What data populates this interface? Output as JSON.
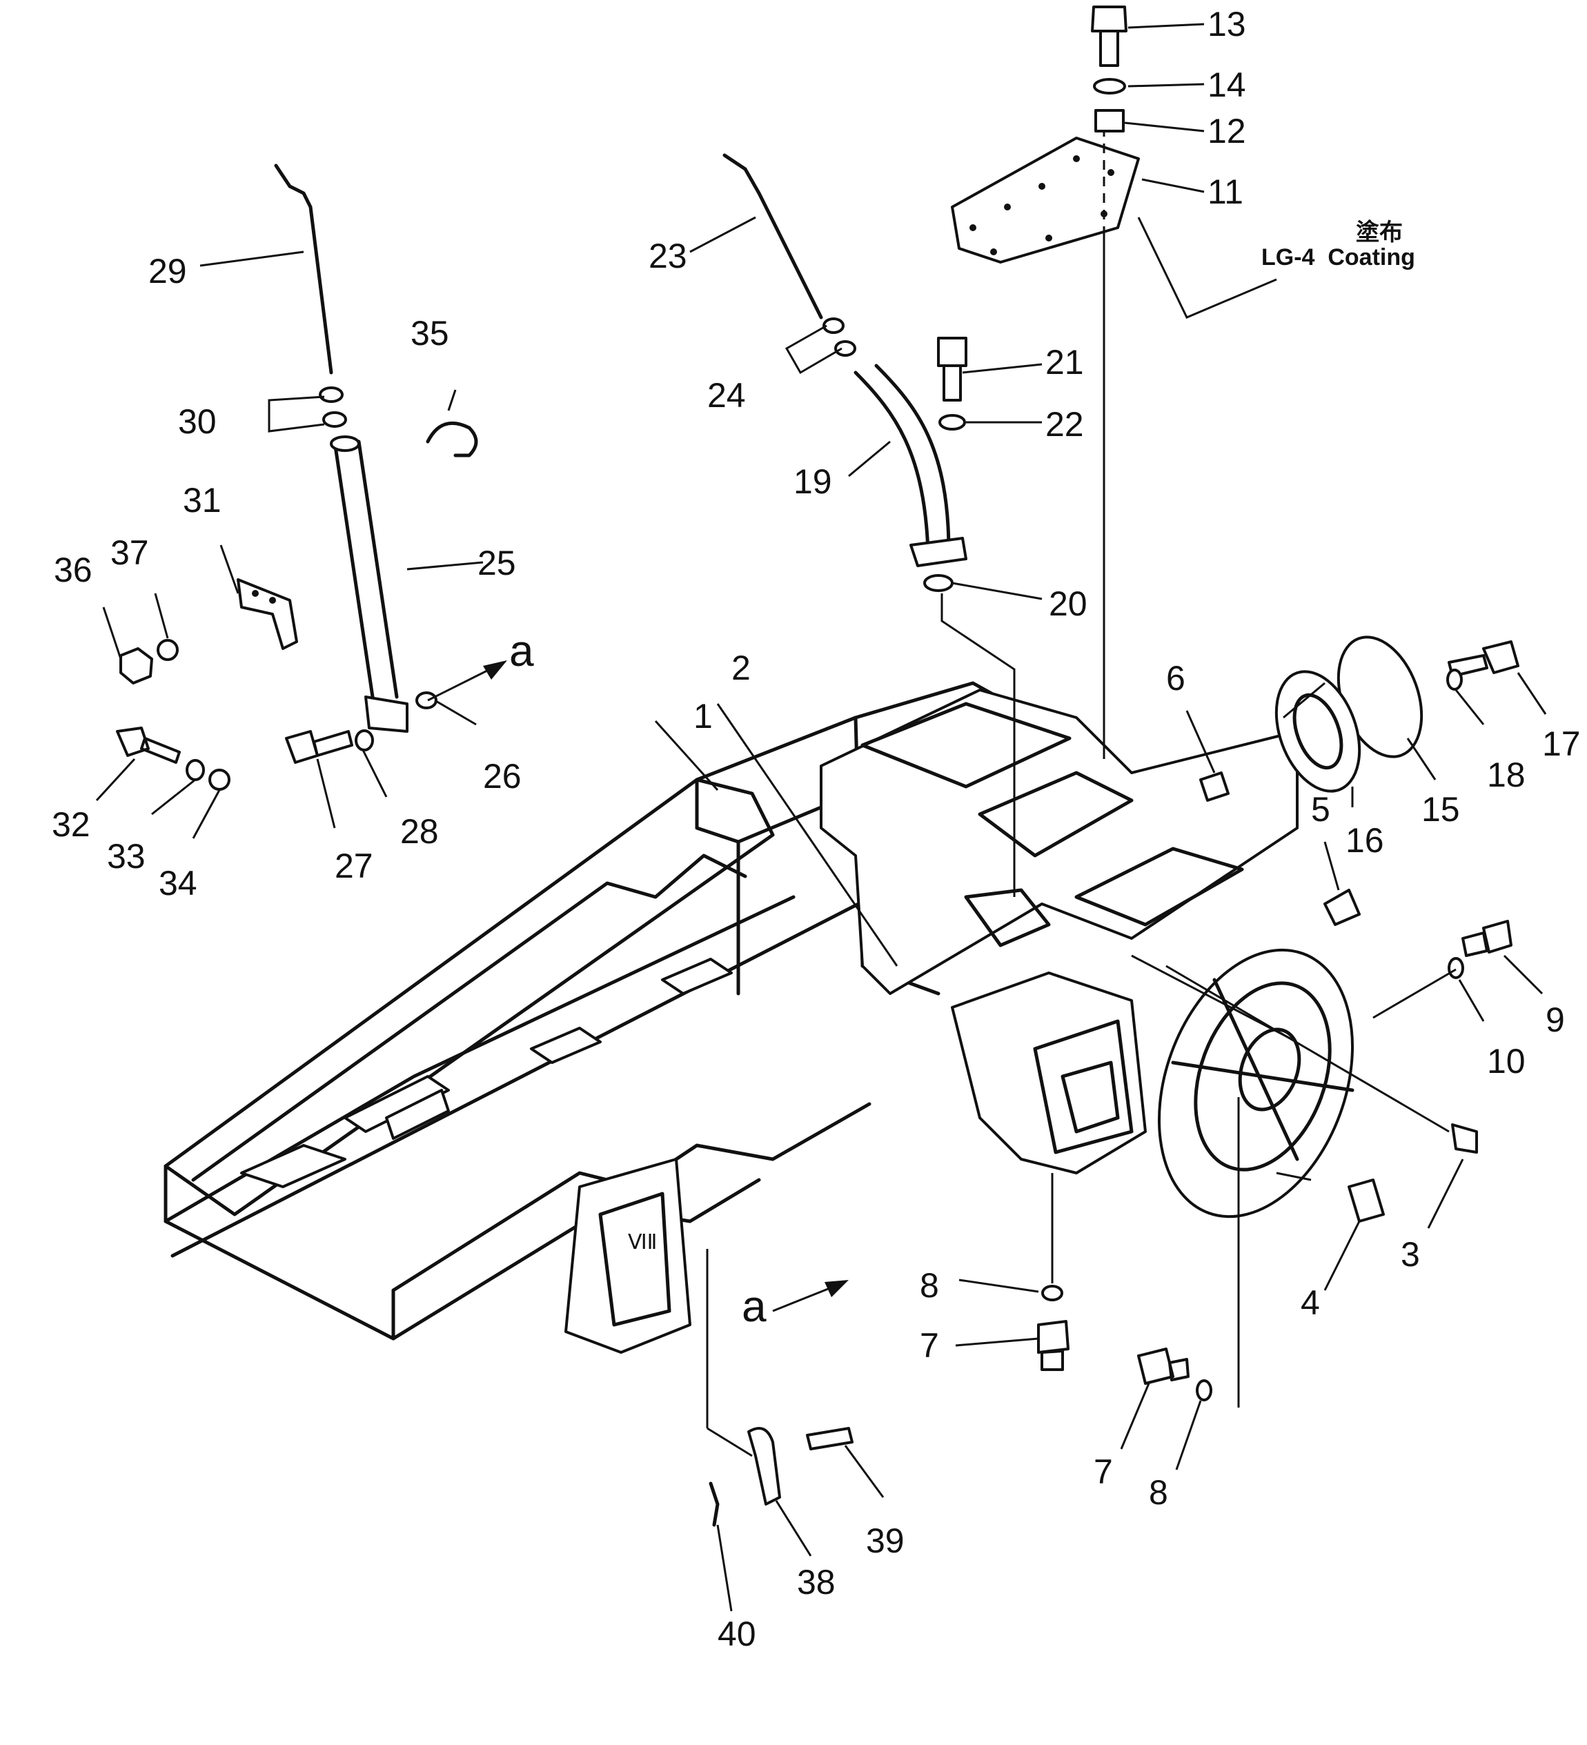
{
  "callouts": [
    "1",
    "2",
    "3",
    "4",
    "5",
    "6",
    "7",
    "7",
    "8",
    "8",
    "9",
    "10",
    "11",
    "12",
    "13",
    "14",
    "15",
    "16",
    "17",
    "18",
    "19",
    "20",
    "21",
    "22",
    "23",
    "24",
    "25",
    "26",
    "27",
    "28",
    "29",
    "30",
    "31",
    "32",
    "33",
    "34",
    "35",
    "36",
    "37",
    "38",
    "39",
    "40"
  ],
  "view_markers": [
    "a",
    "a"
  ],
  "coating_note": {
    "japanese": "塗布",
    "text": "LG-4  Coating"
  }
}
